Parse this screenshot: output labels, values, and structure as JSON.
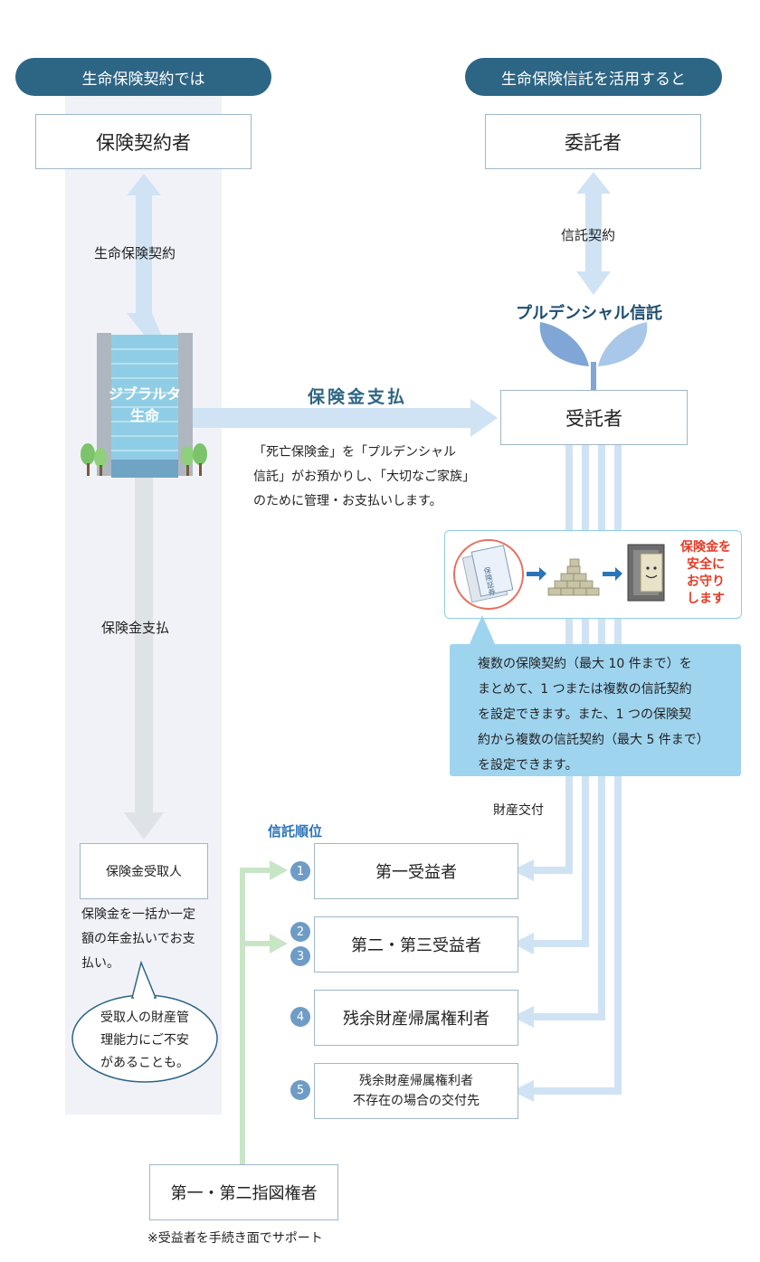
{
  "left": {
    "header": "生命保険契約では",
    "policyholder": "保険契約者",
    "contract_label": "生命保険契約",
    "company_line1": "ジブラルタ",
    "company_line2": "生命",
    "payout_label": "保険金支払",
    "recipient": "保険金受取人",
    "recipient_desc_lines": [
      "保険金を一括か一定",
      "額の年金払いでお支",
      "払い。"
    ],
    "bubble_lines": [
      "受取人の財産管",
      "理能力にご不安",
      "があることも。"
    ]
  },
  "right": {
    "header": "生命保険信託を活用すると",
    "settlor": "委託者",
    "trust_contract_label": "信託契約",
    "brand": "プルデンシャル信託",
    "trustee": "受託者",
    "secure_lines": [
      "保険金を",
      "安全に",
      "お守り",
      "します"
    ],
    "doc_icon_text": "保険証券",
    "info_lines": [
      "複数の保険契約（最大 10 件まで）を",
      "まとめて、1 つまたは複数の信託契約",
      "を設定できます。また、1 つの保険契",
      "約から複数の信託契約（最大 5 件まで）",
      "を設定できます。"
    ],
    "transfer_label": "財産交付",
    "order_label": "信託順位",
    "beneficiaries": [
      {
        "nums": [
          "1"
        ],
        "lines": [
          "第一受益者"
        ]
      },
      {
        "nums": [
          "2",
          "3"
        ],
        "lines": [
          "第二・第三受益者"
        ]
      },
      {
        "nums": [
          "4"
        ],
        "lines": [
          "残余財産帰属権利者"
        ]
      },
      {
        "nums": [
          "5"
        ],
        "lines": [
          "残余財産帰属権利者",
          "不存在の場合の交付先"
        ]
      }
    ],
    "director": "第一・第二指図権者",
    "footnote": "※受益者を手続き面でサポート"
  },
  "middle": {
    "payout_title": "保険金支払",
    "payout_desc_lines": [
      "「死亡保険金」を「プルデンシャル",
      "信託」がお預かりし､「大切なご家族」",
      "のために管理・お支払いします。"
    ]
  },
  "colors": {
    "header_bg": "#2d6585",
    "light_arrow": "#cfe3f5",
    "gray_arrow": "#dfe3e6",
    "green_line": "#c8e6c5",
    "info_bg": "#9fd4ef",
    "secure_text": "#e63a25",
    "brand_text": "#1f4f70",
    "order_text": "#2a74b8"
  }
}
